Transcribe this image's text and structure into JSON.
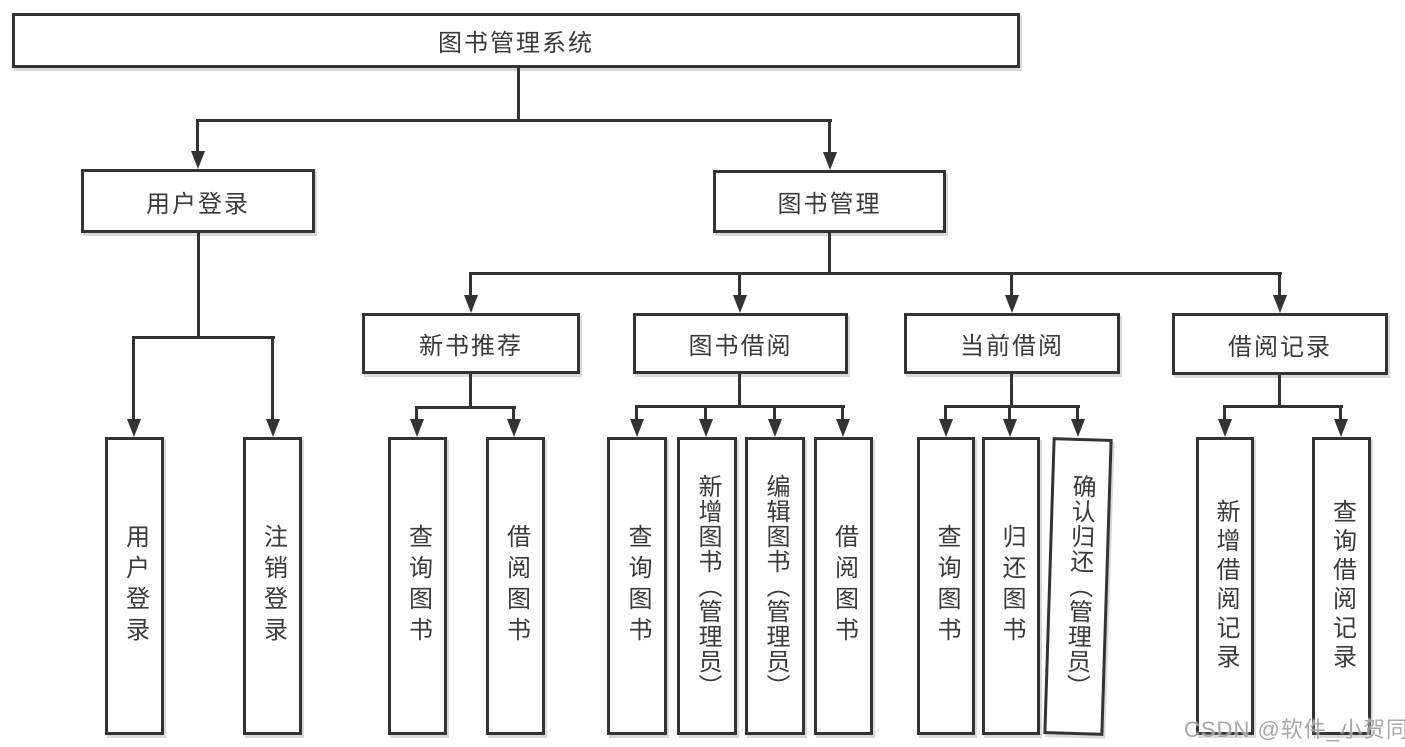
{
  "colors": {
    "line": "#333333",
    "node_text": "#3a3a3a",
    "watermark_text": "#9e9e9e",
    "background": "#ffffff"
  },
  "nodes": {
    "root": "图书管理系统",
    "user_login": "用户登录",
    "book_management": "图书管理",
    "new_book_recommend": "新书推荐",
    "book_borrow": "图书借阅",
    "current_borrow": "当前借阅",
    "borrow_records": "借阅记录",
    "leaf_user_login": "用户登录",
    "leaf_logout": "注销登录",
    "leaf_query_book_1": "查询图书",
    "leaf_borrow_book_1": "借阅图书",
    "leaf_query_book_2": "查询图书",
    "leaf_add_book_admin": "新增图书（管理员）",
    "leaf_edit_book_admin": "编辑图书（管理员）",
    "leaf_borrow_book_2": "借阅图书",
    "leaf_query_book_3": "查询图书",
    "leaf_return_book": "归还图书",
    "leaf_confirm_return_admin": "确认归还（管理员）",
    "leaf_add_borrow_record": "新增借阅记录",
    "leaf_query_borrow_record": "查询借阅记录"
  },
  "watermark": "CSDN @软件_小贺同学"
}
